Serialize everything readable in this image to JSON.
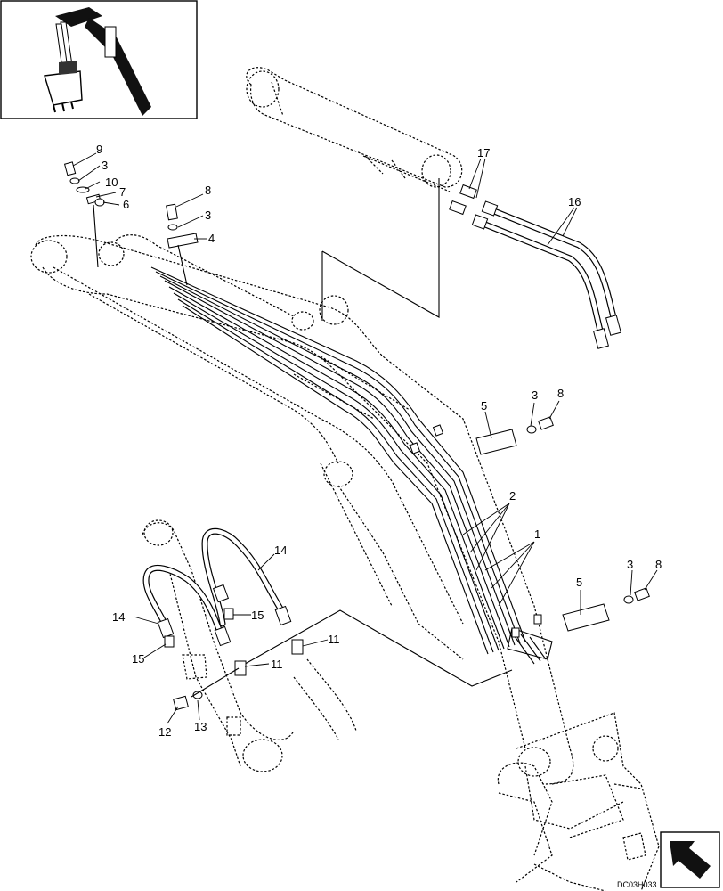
{
  "callouts": [
    {
      "id": "c9",
      "text": "9"
    },
    {
      "id": "c3a",
      "text": "3"
    },
    {
      "id": "c10",
      "text": "10"
    },
    {
      "id": "c7",
      "text": "7"
    },
    {
      "id": "c6",
      "text": "6"
    },
    {
      "id": "c8a",
      "text": "8"
    },
    {
      "id": "c3b",
      "text": "3"
    },
    {
      "id": "c4",
      "text": "4"
    },
    {
      "id": "c17",
      "text": "17"
    },
    {
      "id": "c16",
      "text": "16"
    },
    {
      "id": "c5a",
      "text": "5"
    },
    {
      "id": "c3c",
      "text": "3"
    },
    {
      "id": "c8b",
      "text": "8"
    },
    {
      "id": "c2",
      "text": "2"
    },
    {
      "id": "c1",
      "text": "1"
    },
    {
      "id": "c14a",
      "text": "14"
    },
    {
      "id": "c14b",
      "text": "14"
    },
    {
      "id": "c15a",
      "text": "15"
    },
    {
      "id": "c15b",
      "text": "15"
    },
    {
      "id": "c5b",
      "text": "5"
    },
    {
      "id": "c3d",
      "text": "3"
    },
    {
      "id": "c8c",
      "text": "8"
    },
    {
      "id": "c11a",
      "text": "11"
    },
    {
      "id": "c11b",
      "text": "11"
    },
    {
      "id": "c12",
      "text": "12"
    },
    {
      "id": "c13",
      "text": "13"
    }
  ],
  "drawing_code": "DC03H033",
  "icons": {
    "thumbnail": "excavator-boom-thumbnail",
    "navigation": "page-turn-arrow-icon"
  }
}
